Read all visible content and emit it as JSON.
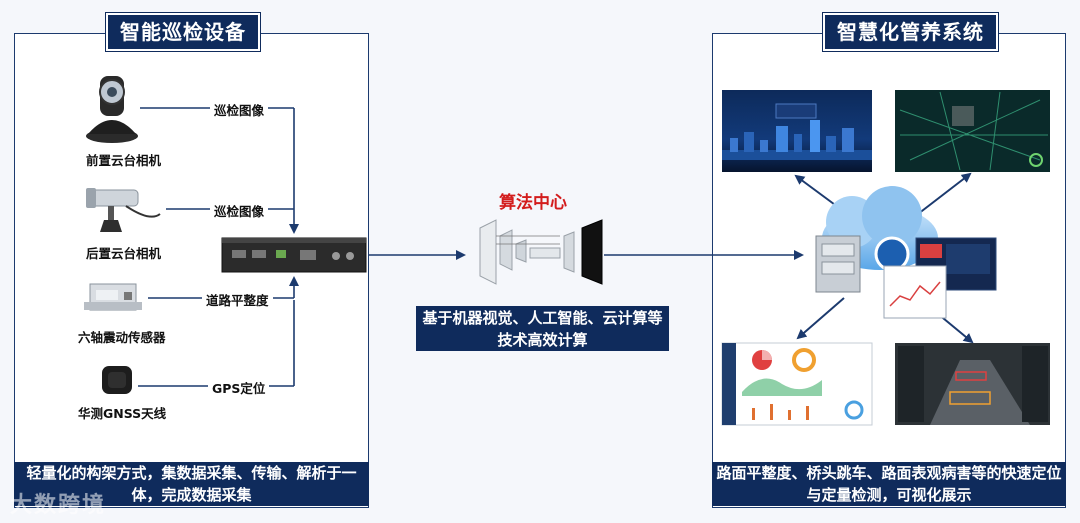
{
  "left_panel": {
    "title": "智能巡检设备",
    "devices": [
      {
        "label": "前置云台相机",
        "icon": "dome-camera-icon"
      },
      {
        "label": "后置云台相机",
        "icon": "bullet-camera-icon"
      },
      {
        "label": "六轴震动传感器",
        "icon": "vibration-sensor-icon"
      },
      {
        "label": "华测GNSS天线",
        "icon": "gnss-antenna-icon"
      }
    ],
    "flows": [
      "巡检图像",
      "巡检图像",
      "道路平整度",
      "GPS定位"
    ],
    "footer": "轻量化的构架方式，集数据采集、传输、解析于一体，完成数据采集"
  },
  "center": {
    "title": "算法中心",
    "description": "基于机器视觉、人工智能、云计算等技术高效计算"
  },
  "right_panel": {
    "title": "智慧化管养系统",
    "footer": "路面平整度、桥头跳车、路面表观病害等的快速定位与定量检测，可视化展示"
  },
  "watermark": "大数跨境",
  "colors": {
    "navy": "#0f2b5c",
    "red": "#d31d1d",
    "panel_border": "#1c3a6e"
  }
}
